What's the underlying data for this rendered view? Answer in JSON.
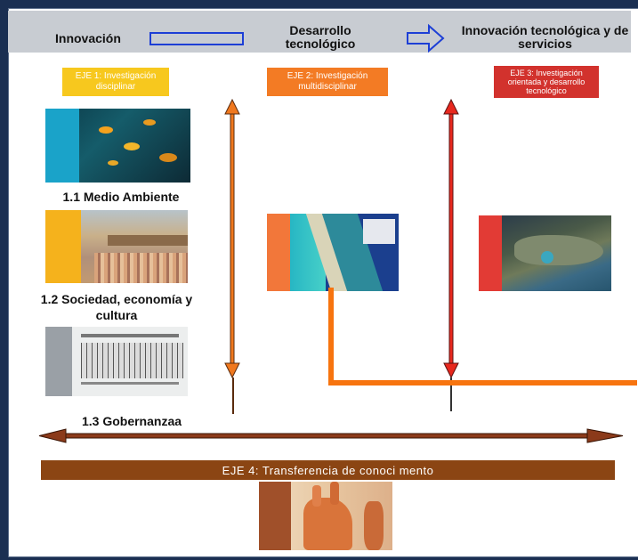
{
  "headers": {
    "innovacion": "Innovación",
    "desarrollo": "Desarrollo tecnológico",
    "innovacion_servicios": "Innovación tecnológica y de servicios"
  },
  "ejes": {
    "eje1": "EJE 1: Investigación disciplinar",
    "eje2": "EJE 2: Investigación multidisciplinar",
    "eje3": "EJE 3: Investigación orientada y desarrollo tecnológico",
    "eje4": "EJE 4: Transferencia de conoci mento"
  },
  "captions": {
    "medio_ambiente": "1.1 Medio Ambiente",
    "sociedad": "1.2 Sociedad, economía y cultura",
    "gobernanza": "1.3 Gobernanzaa"
  },
  "colors": {
    "eje1": "#f7c81e",
    "eje2": "#f37b24",
    "eje3": "#d2322d",
    "eje4": "#8b4513",
    "arrow_brown": "#8b3a1a",
    "arrow_orange": "#f0781e",
    "arrow_red": "#e8281e",
    "connector_orange": "#f7740f",
    "outline_blue": "#1d3fd6"
  }
}
